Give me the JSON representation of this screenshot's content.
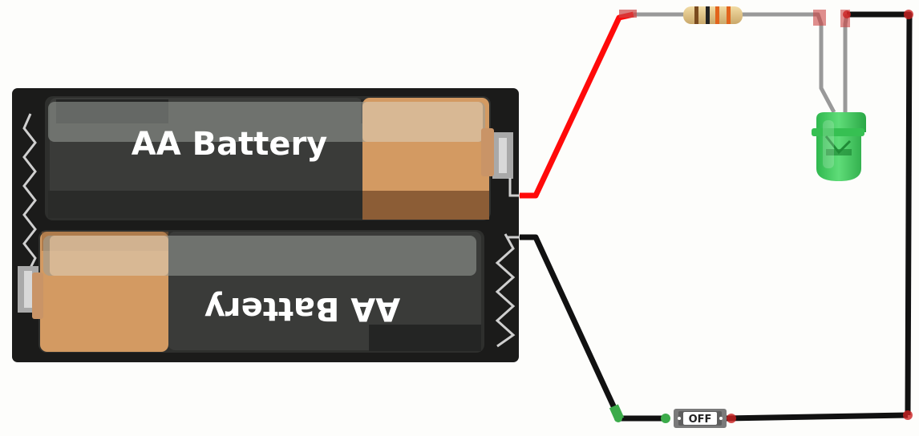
{
  "battery_top": {
    "label": "AA Battery"
  },
  "battery_bottom": {
    "label": "AA Battery"
  },
  "switch": {
    "label": "OFF"
  },
  "colors": {
    "wire_positive": "#ff0a0a",
    "wire_negative": "#111111",
    "led": "#33cc55",
    "holder": "#1b1b1a",
    "battery_body": "#3a3b39",
    "battery_cap": "#d39a62"
  }
}
